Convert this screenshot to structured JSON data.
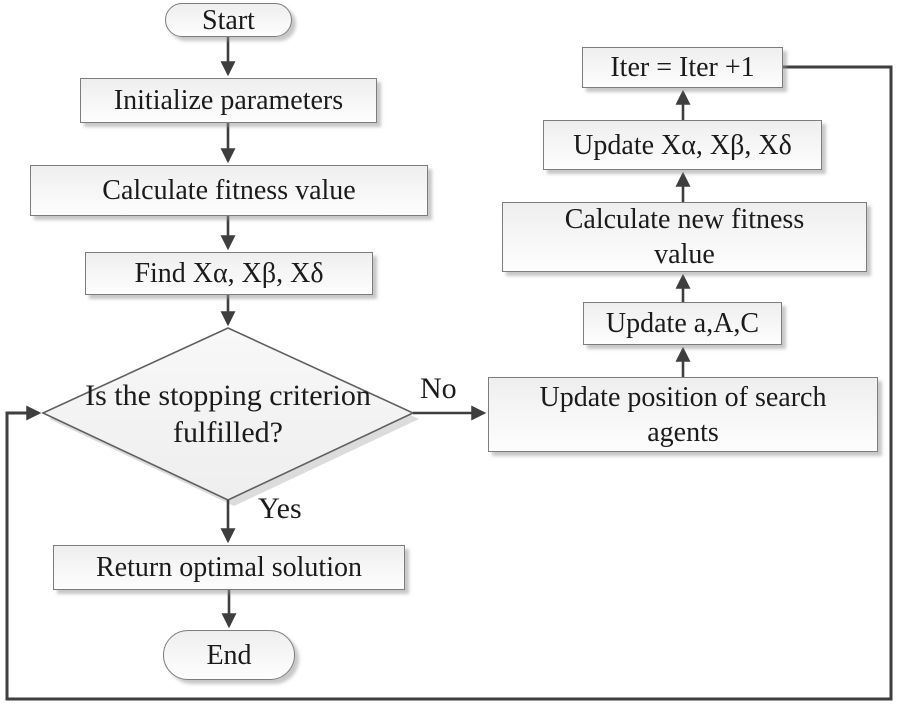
{
  "figure": {
    "type": "flowchart"
  },
  "nodes": {
    "start": "Start",
    "initialize": "Initialize parameters",
    "calculate_fitness": "Calculate fitness value",
    "find_x": "Find Xα, Xβ, Xδ",
    "decision": "Is the stopping criterion fulfilled?",
    "return_solution": "Return optimal solution",
    "end": "End",
    "iter": "Iter = Iter +1",
    "update_x": "Update Xα, Xβ, Xδ",
    "calculate_new_fitness": "Calculate new fitness value",
    "update_aac": "Update a,A,C",
    "update_position": "Update position of search agents"
  },
  "edge_labels": {
    "no": "No",
    "yes": "Yes"
  },
  "colors": {
    "background": "#ffffff",
    "box_fill_top": "#eeeeee",
    "box_fill_bottom": "#fdfdfd",
    "box_border": "#7d7d7d",
    "line": "#3e3e3e",
    "text": "#1b1b1b",
    "shadow": "#919191"
  }
}
